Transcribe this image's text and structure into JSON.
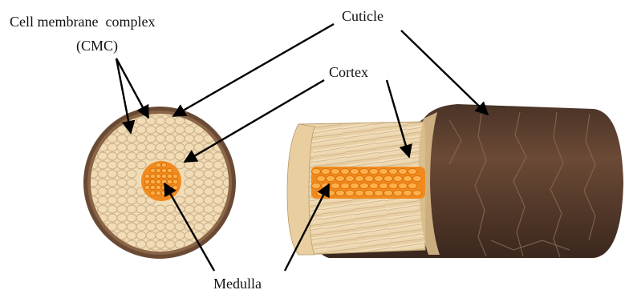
{
  "labels": {
    "cmc_line1": "Cell membrane  complex",
    "cmc_line2": "(CMC)",
    "cuticle": "Cuticle",
    "cortex": "Cortex",
    "medulla": "Medulla"
  },
  "colors": {
    "cuticle_brown": "#5a3d2c",
    "cortex_tan": "#f1dcb6",
    "cortex_cell_outline": "#cbb08a",
    "medulla_orange": "#f08a1e",
    "medulla_cell": "#ffb04d",
    "arrow": "#000000"
  }
}
